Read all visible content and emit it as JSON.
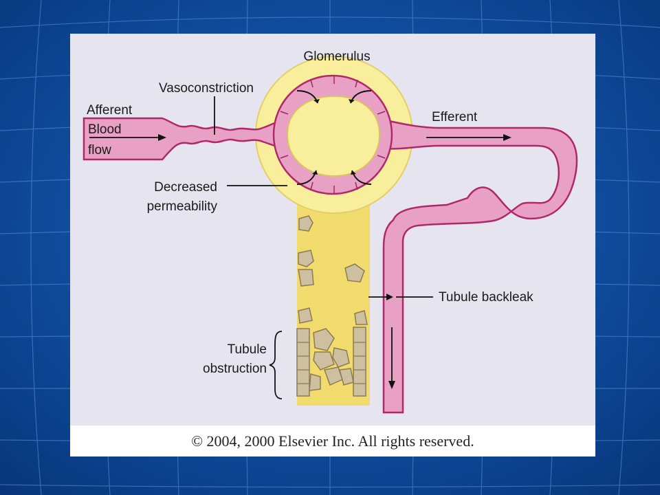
{
  "colors": {
    "background": "#0d4fa6",
    "panel": "#e6e4ef",
    "vessel": "#e8a0c4",
    "vessel_stroke": "#b0286a",
    "capsule": "#f8ee9c",
    "tubule": "#f1db6c",
    "debris": "#cdbfa0",
    "arrow": "#111111"
  },
  "labels": {
    "glomerulus": "Glomerulus",
    "vasoconstriction": "Vasoconstriction",
    "afferent": "Afferent",
    "blood": "Blood",
    "flow": "flow",
    "efferent": "Efferent",
    "decreased": "Decreased",
    "permeability": "permeability",
    "tubule_backleak": "Tubule backleak",
    "tubule": "Tubule",
    "obstruction": "obstruction"
  },
  "copyright": "© 2004, 2000 Elsevier Inc. All rights reserved."
}
